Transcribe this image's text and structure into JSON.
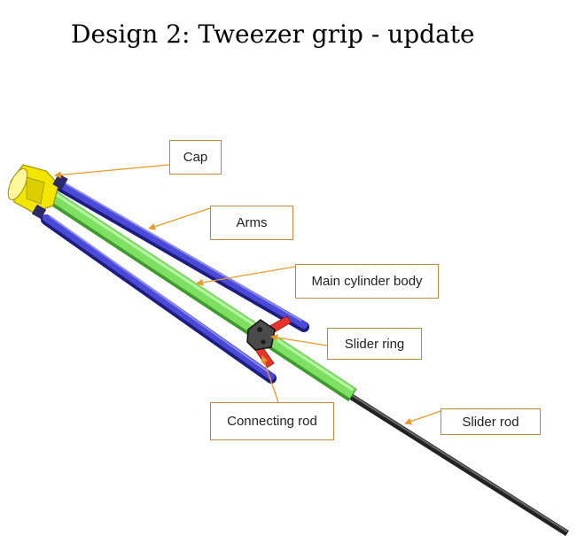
{
  "title": "Design 2: Tweezer grip - update",
  "labels": {
    "cap": "Cap",
    "arms": "Arms",
    "main_body": "Main cylinder body",
    "slider_ring": "Slider ring",
    "connecting_rod": "Connecting rod",
    "slider_rod": "Slider rod"
  },
  "colors": {
    "cap": "#f2e600",
    "arms": "#3838c8",
    "body": "#7ee062",
    "connecting_rod": "#e8342c",
    "slider_rod": "#3a3a3a",
    "callout": "#e89a2e",
    "label_border": "#c08a3e"
  }
}
